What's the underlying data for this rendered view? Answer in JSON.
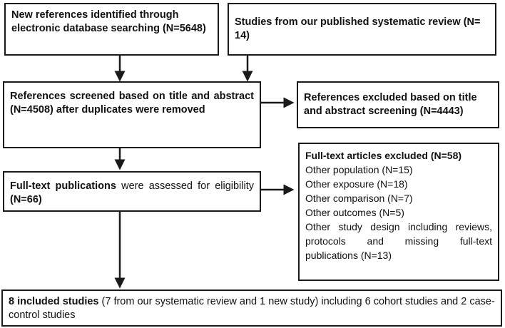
{
  "new_refs": "New references identified through electronic database searching (N=5648)",
  "published_studies": "Studies from our published systematic review (N= 14)",
  "screened": "References screened based on title and abstract (N=4508) after duplicates were removed",
  "excluded_title": "References excluded based on title and abstract screening (N=4443)",
  "fulltext": {
    "bold": "Full-text publications",
    "rest": " were assessed for eligibility ",
    "count": "(N=66)"
  },
  "excluded_fulltext": {
    "title": "Full-text articles excluded (N=58)",
    "items": [
      "Other population (N=15)",
      "Other exposure (N=18)",
      "Other comparison (N=7)",
      "Other outcomes (N=5)",
      "Other study design including reviews, protocols and missing full-text publications (N=13)"
    ]
  },
  "included": {
    "bold": "8 included studies",
    "rest": " (7 from our systematic review and 1 new study) including 6 cohort studies and 2 case-control studies"
  }
}
